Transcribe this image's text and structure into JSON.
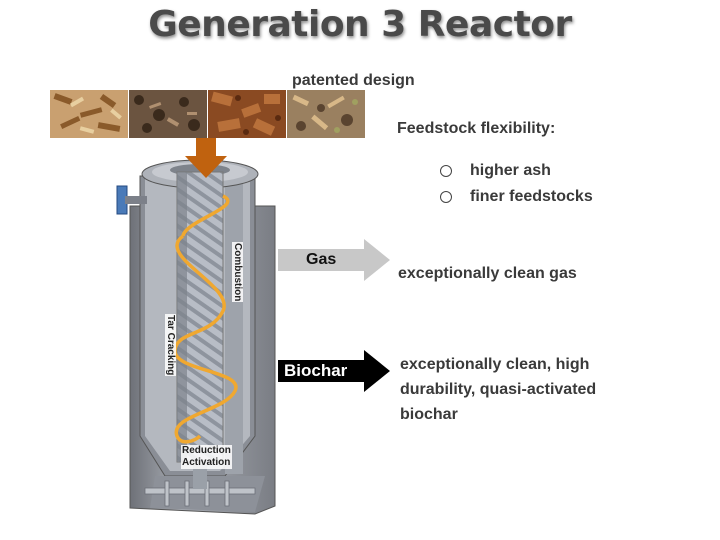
{
  "title": "Generation 3 Reactor",
  "patented": "patented design",
  "feedstock": {
    "heading": "Feedstock flexibility:",
    "bullets": [
      "higher ash",
      "finer feedstocks"
    ],
    "images": [
      "wood-chips-photo",
      "dark-wood-chips-photo",
      "bark-chips-photo",
      "mixed-chips-photo"
    ]
  },
  "gas": {
    "label": "Gas",
    "description": "exceptionally clean gas"
  },
  "biochar": {
    "label": "Biochar",
    "description": "exceptionally clean, high durability, quasi-activated biochar"
  },
  "reactor": {
    "labels": {
      "combustion": "Combustion",
      "tar_cracking": "Tar Cracking",
      "reduction": "Reduction",
      "activation": "Activation"
    }
  },
  "colors": {
    "feed_arrow": "#c0620f",
    "spiral": "#f0a830",
    "gas_arrow": "#c8c8c8",
    "biochar_arrow": "#000000"
  }
}
